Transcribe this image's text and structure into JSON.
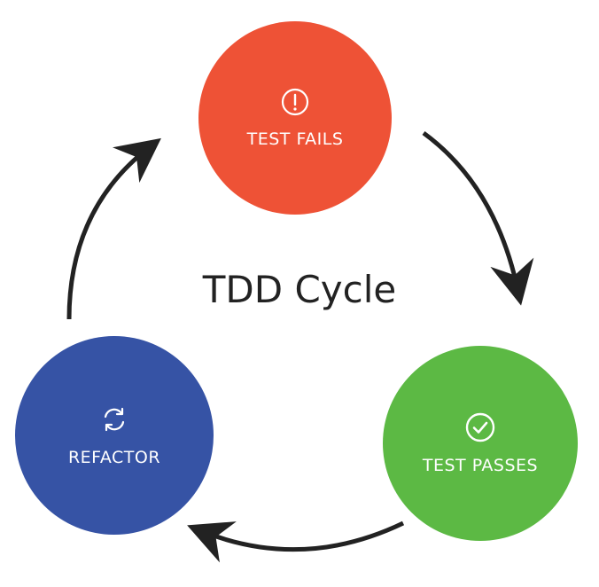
{
  "title": "TDD Cycle",
  "colors": {
    "fails": "#ee5236",
    "passes": "#5cb944",
    "refactor": "#3653a5",
    "arrow": "#222222"
  },
  "nodes": [
    {
      "id": "fails",
      "label": "TEST FAILS",
      "icon": "exclamation-circle-icon"
    },
    {
      "id": "passes",
      "label": "TEST PASSES",
      "icon": "check-circle-icon"
    },
    {
      "id": "refactor",
      "label": "REFACTOR",
      "icon": "refresh-icon"
    }
  ]
}
